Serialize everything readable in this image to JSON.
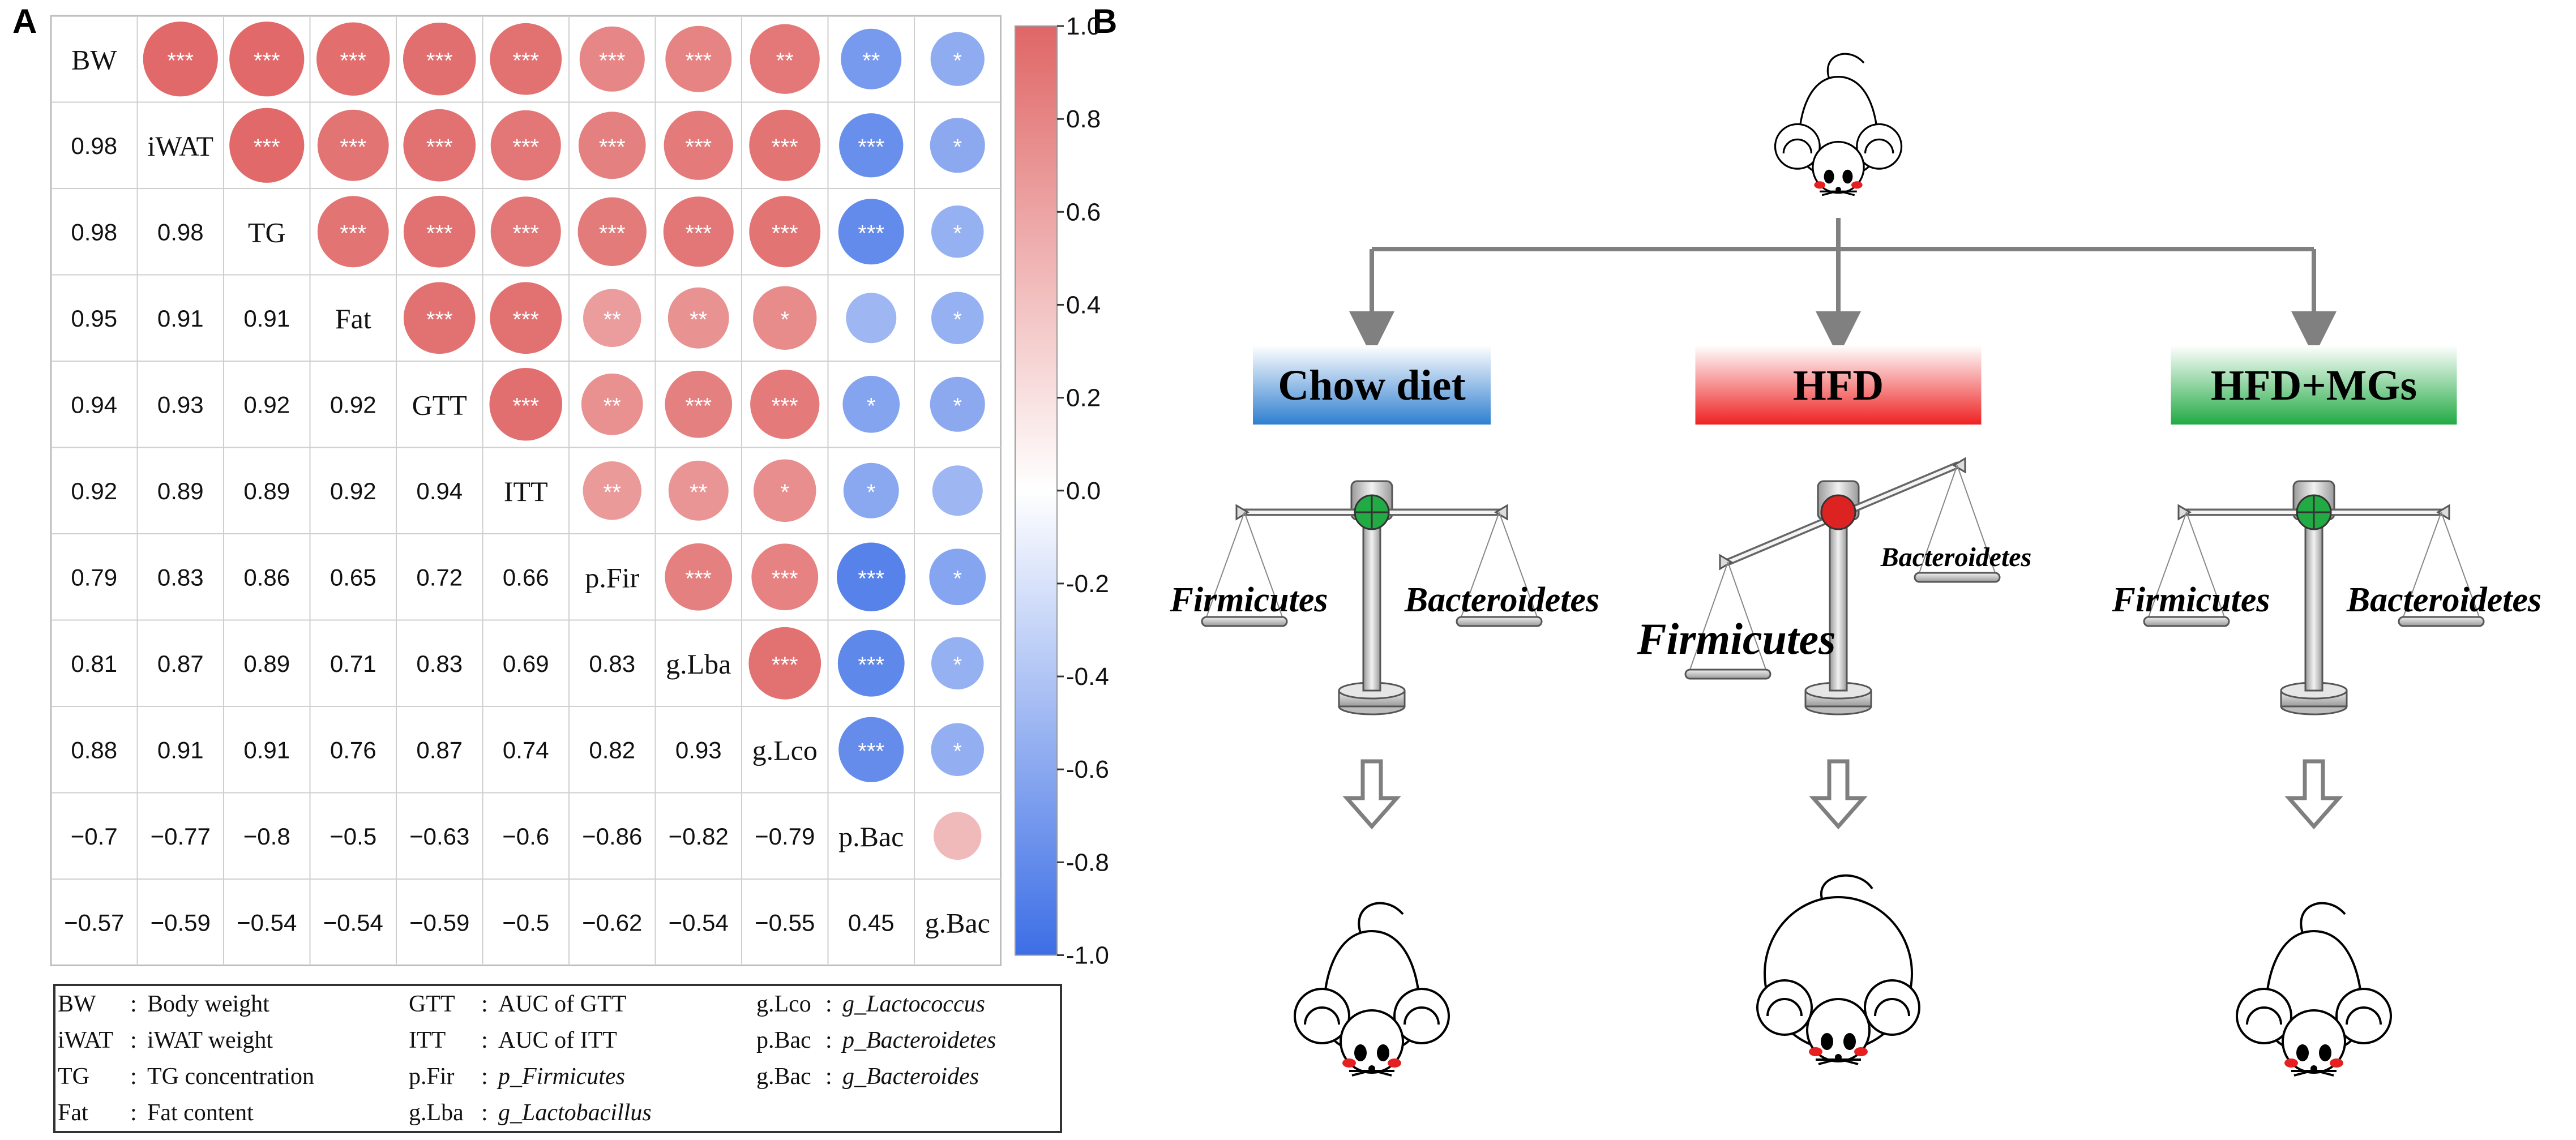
{
  "panels": {
    "a": {
      "label": "A",
      "variables": [
        "BW",
        "iWAT",
        "TG",
        "Fat",
        "GTT",
        "ITT",
        "p.Fir",
        "g.Lba",
        "g.Lco",
        "p.Bac",
        "g.Bac"
      ],
      "lower_values": [
        [],
        [
          "0.98"
        ],
        [
          "0.98",
          "0.98"
        ],
        [
          "0.95",
          "0.91",
          "0.91"
        ],
        [
          "0.94",
          "0.93",
          "0.92",
          "0.92"
        ],
        [
          "0.92",
          "0.89",
          "0.89",
          "0.92",
          "0.94"
        ],
        [
          "0.79",
          "0.83",
          "0.86",
          "0.65",
          "0.72",
          "0.66"
        ],
        [
          "0.81",
          "0.87",
          "0.89",
          "0.71",
          "0.83",
          "0.69",
          "0.83"
        ],
        [
          "0.88",
          "0.91",
          "0.91",
          "0.76",
          "0.87",
          "0.74",
          "0.82",
          "0.93"
        ],
        [
          "−0.7",
          "−0.77",
          "−0.8",
          "−0.5",
          "−0.63",
          "−0.6",
          "−0.86",
          "−0.82",
          "−0.79"
        ],
        [
          "−0.57",
          "−0.59",
          "−0.54",
          "−0.54",
          "−0.59",
          "−0.5",
          "−0.62",
          "−0.54",
          "−0.55",
          "0.45"
        ]
      ],
      "upper_stars": [
        [
          "***",
          "***",
          "***",
          "***",
          "***",
          "***",
          "***",
          "**",
          "**",
          "*"
        ],
        [
          "***",
          "***",
          "***",
          "***",
          "***",
          "***",
          "***",
          "***",
          "*"
        ],
        [
          "***",
          "***",
          "***",
          "***",
          "***",
          "***",
          "***",
          "*"
        ],
        [
          "***",
          "***",
          "**",
          "**",
          "*",
          "",
          "*"
        ],
        [
          "***",
          "**",
          "***",
          "***",
          "*",
          "*"
        ],
        [
          "**",
          "**",
          "*",
          "*",
          ""
        ],
        [
          "***",
          "***",
          "***",
          "*"
        ],
        [
          "***",
          "***",
          "*"
        ],
        [
          "***",
          "*"
        ],
        [
          ""
        ]
      ],
      "colorbar": {
        "ticks": [
          "1.0",
          "0.8",
          "0.6",
          "0.4",
          "0.2",
          "0.0",
          "-0.2",
          "-0.4",
          "-0.6",
          "-0.8",
          "-1.0"
        ],
        "color_positive": "#e06666",
        "color_negative": "#3c6ee6",
        "color_zero": "#ffffff"
      },
      "legend": [
        [
          {
            "abbr": "BW",
            "desc": "Body weight",
            "italic": false
          },
          {
            "abbr": "iWAT",
            "desc": "iWAT weight",
            "italic": false
          },
          {
            "abbr": "TG",
            "desc": "TG concentration",
            "italic": false
          },
          {
            "abbr": "Fat",
            "desc": "Fat content",
            "italic": false
          }
        ],
        [
          {
            "abbr": "GTT",
            "desc": "AUC of GTT",
            "italic": false
          },
          {
            "abbr": "ITT",
            "desc": "AUC of ITT",
            "italic": false
          },
          {
            "abbr": "p.Fir",
            "desc": "p_Firmicutes",
            "italic": true
          },
          {
            "abbr": "g.Lba",
            "desc": "g_Lactobacillus",
            "italic": true
          }
        ],
        [
          {
            "abbr": "g.Lco",
            "desc": "g_Lactococcus",
            "italic": true
          },
          {
            "abbr": "p.Bac",
            "desc": "p_Bacteroidetes",
            "italic": true
          },
          {
            "abbr": "g.Bac",
            "desc": "g_Bacteroides",
            "italic": true
          }
        ]
      ]
    },
    "b": {
      "label": "B",
      "groups": [
        {
          "name": "Chow diet",
          "header_color": "#2f7fd0",
          "balance": "level",
          "pivot_color": "#22aa44",
          "left_label": "Firmicutes",
          "right_label": "Bacteroidetes",
          "mouse": "lean"
        },
        {
          "name": "HFD",
          "header_color": "#ee2222",
          "balance": "tilted",
          "pivot_color": "#dd2222",
          "left_label": "Firmicutes",
          "right_label": "Bacteroidetes",
          "mouse": "obese"
        },
        {
          "name": "HFD+MGs",
          "header_color": "#22aa44",
          "balance": "level",
          "pivot_color": "#22aa44",
          "left_label": "Firmicutes",
          "right_label": "Bacteroidetes",
          "mouse": "lean"
        }
      ]
    }
  }
}
